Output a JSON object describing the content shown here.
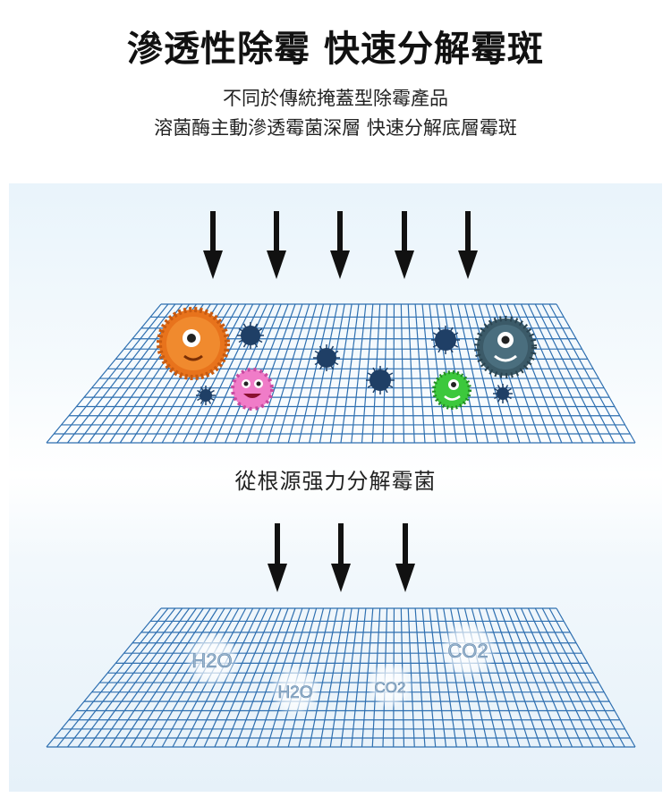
{
  "header": {
    "title": "滲透性除霉 快速分解霉斑",
    "subtitle_line1": "不同於傳統掩蓋型除霉產品",
    "subtitle_line2": "溶菌酶主動滲透霉菌深層 快速分解底層霉斑"
  },
  "middle_caption": "從根源强力分解霉菌",
  "molecules": [
    "H2O",
    "H2O",
    "CO2",
    "CO2"
  ],
  "colors": {
    "grid": "#2e6fb0",
    "arrow": "#111111",
    "microbe_orange": "#e8731c",
    "microbe_pink": "#f07cc8",
    "microbe_green": "#3cc83c",
    "microbe_dark": "#3b5a68",
    "virus": "#1f3f66"
  }
}
